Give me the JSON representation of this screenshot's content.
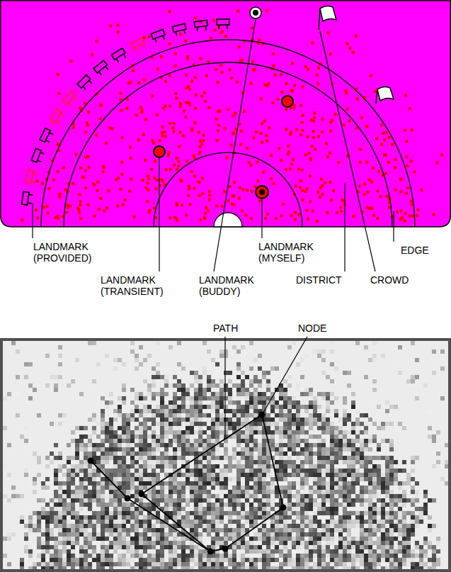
{
  "diagram": {
    "labels": [
      "LANDMARK (PROVIDED)",
      "LANDMARK (TRANSIENT)",
      "LANDMARK (BUDDY)",
      "LANDMARK (MYSELF)",
      "DISTRICT",
      "CROWD",
      "EDGE",
      "PATH",
      "NODE"
    ]
  }
}
